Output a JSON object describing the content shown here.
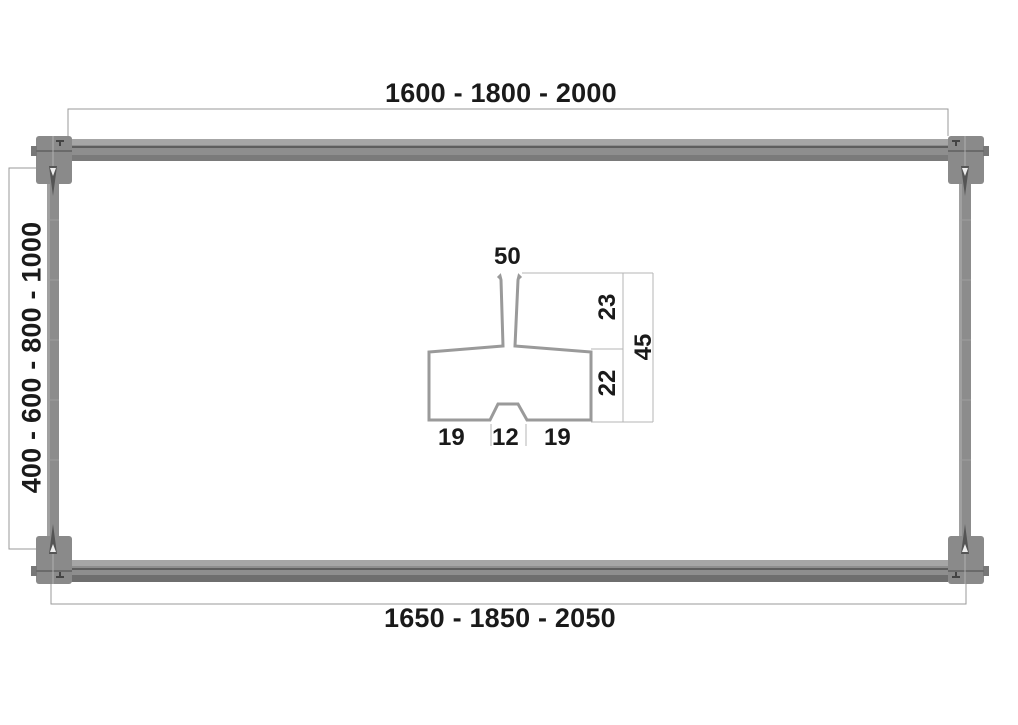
{
  "diagram": {
    "type": "technical-drawing",
    "subject": "rectangular rail frame with profile cross-section",
    "colors": {
      "background": "#ffffff",
      "rail": "#8a8a8a",
      "rail_dark": "#6a6a6a",
      "rail_light": "#a8a8a8",
      "bracket": "#8c8c8c",
      "dimension_line": "#9a9a9a",
      "text": "#1a1a1a"
    },
    "frame": {
      "top_length_label": "1600 - 1800 - 2000",
      "bottom_length_label": "1650 - 1850 - 2050",
      "side_height_label": "400 - 600 - 800 - 1000"
    },
    "profile": {
      "width_total_label": "50",
      "height_total_label": "45",
      "upper_height_label": "23",
      "lower_height_label": "22",
      "bottom_left_label": "19",
      "bottom_center_label": "12",
      "bottom_right_label": "19"
    }
  }
}
